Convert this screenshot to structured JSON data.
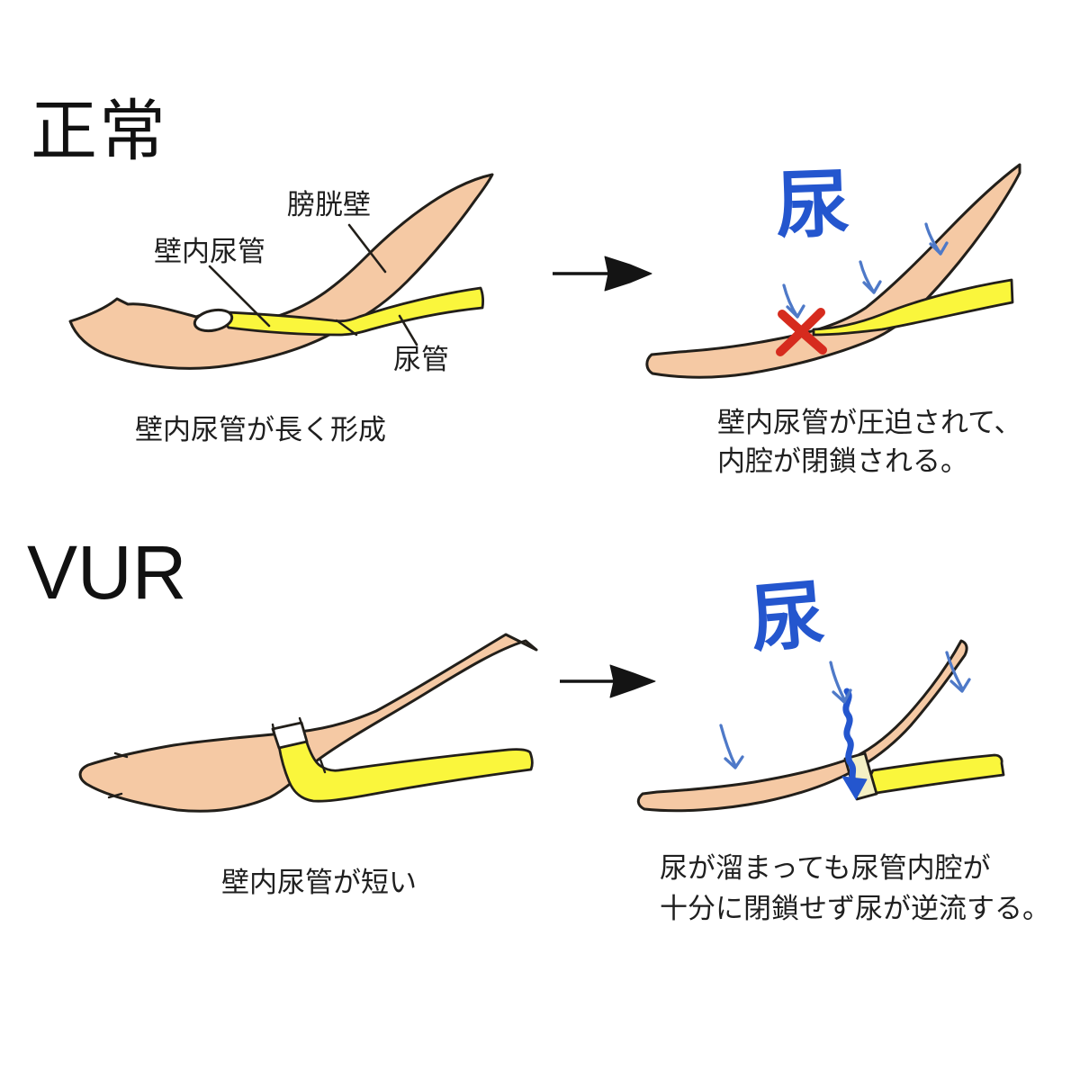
{
  "colors": {
    "peach": "#F5C9A4",
    "yellow": "#FAF63C",
    "pale_yellow": "#F4F0C4",
    "blue_ink": "#2456CE",
    "blue_arrow": "#4E79C8",
    "red": "#D62B1E",
    "outline": "#221F1A",
    "ink": "#1F1F1F"
  },
  "sections": {
    "normal": {
      "title": "正常",
      "before": {
        "labels": {
          "bladder_wall": "膀胱壁",
          "intramural_ureter": "壁内尿管",
          "ureter": "尿管"
        },
        "caption": "壁内尿管が長く形成"
      },
      "after": {
        "urine_label": "尿",
        "caption_line1": "壁内尿管が圧迫されて、",
        "caption_line2": "内腔が閉鎖される。"
      }
    },
    "vur": {
      "title": "VUR",
      "before": {
        "caption": "壁内尿管が短い"
      },
      "after": {
        "urine_label": "尿",
        "caption_line1": "尿が溜まっても尿管内腔が",
        "caption_line2": "十分に閉鎖せず尿が逆流する。"
      }
    }
  }
}
